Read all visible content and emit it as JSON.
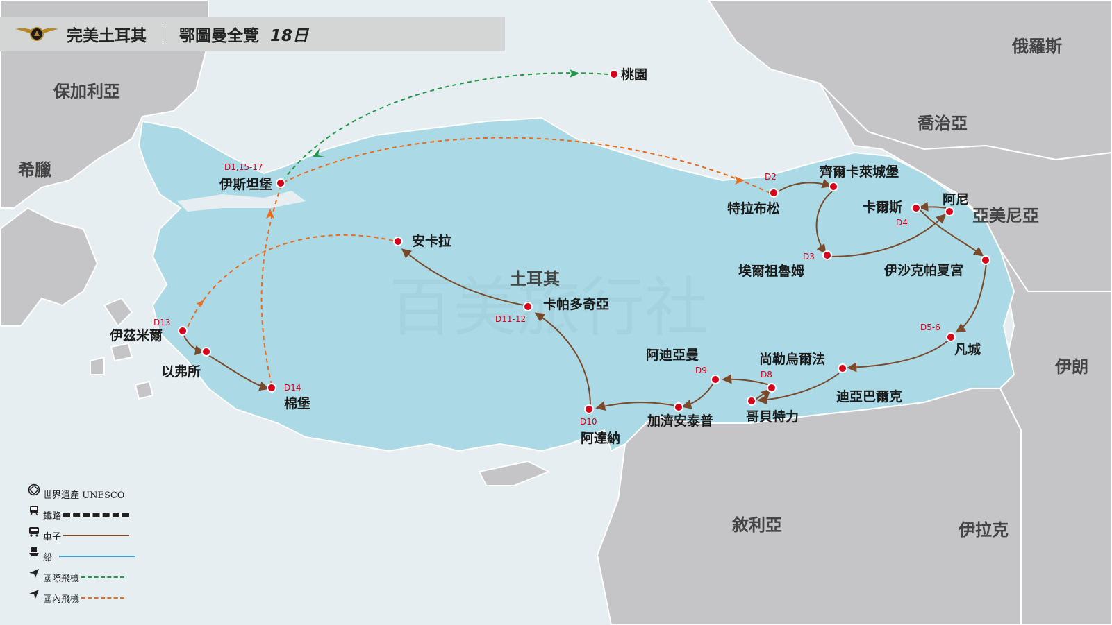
{
  "title": {
    "brand": "完美土耳其",
    "separator": "｜",
    "route": "鄂圖曼全覽",
    "days": "18日"
  },
  "colors": {
    "sea": "#e6eef1",
    "land_other": "#c5c5c7",
    "turkey": "#abdae6",
    "route_car": "#7b4a2b",
    "route_intl": "#22994a",
    "route_domestic": "#ec6b1a",
    "city": "#d6001c",
    "day": "#d6001c"
  },
  "countries": {
    "bulgaria": "保加利亞",
    "greece": "希臘",
    "russia": "俄羅斯",
    "georgia": "喬治亞",
    "armenia": "亞美尼亞",
    "iran": "伊朗",
    "syria": "敘利亞",
    "iraq": "伊拉克",
    "turkey": "土耳其"
  },
  "watermark": "百美旅行社",
  "cities": {
    "taoyuan": "桃園",
    "istanbul": "伊斯坦堡",
    "trabzon": "特拉布松",
    "safranbolu": "齊爾卡萊城堡",
    "erzurum": "埃爾祖魯姆",
    "kars": "卡爾斯",
    "ani": "阿尼",
    "ishak_pasha": "伊沙克帕夏宮",
    "van": "凡城",
    "sanliurfa": "尚勒烏爾法",
    "diyarbakir": "迪亞巴爾克",
    "gobekli": "哥貝特力",
    "adiyaman": "阿迪亞曼",
    "gaziantep": "加濟安泰普",
    "adana": "阿達納",
    "cappadocia": "卡帕多奇亞",
    "ankara": "安卡拉",
    "izmir": "伊茲米爾",
    "ephesus": "以弗所",
    "pamukkale": "棉堡"
  },
  "days": {
    "istanbul": "D1,15-17",
    "trabzon": "D2",
    "erzurum": "D3",
    "kars": "D4",
    "van": "D5-6",
    "gobekli": "D8",
    "adiyaman": "D9",
    "adana": "D10",
    "cappadocia": "D11-12",
    "izmir": "D13",
    "pamukkale": "D14"
  },
  "legend": {
    "unesco": "世界遺產 UNESCO",
    "rail": "鐵路",
    "car": "車子",
    "boat": "船",
    "intl_flight": "國際飛機",
    "dom_flight": "國內飛機"
  }
}
